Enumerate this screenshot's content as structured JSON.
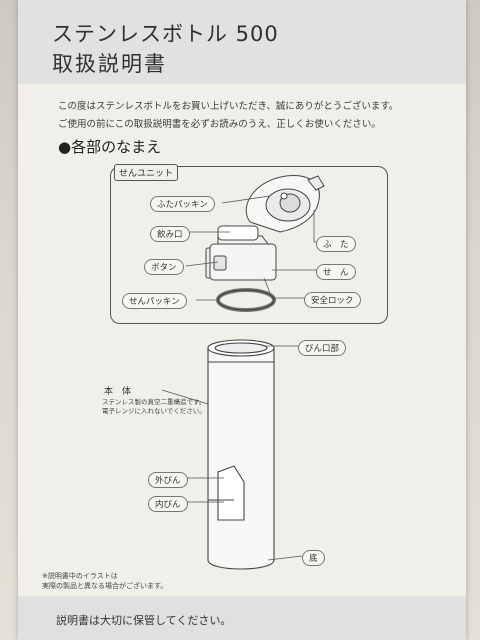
{
  "header": {
    "title": "ステンレスボトル 500",
    "subtitle": "取扱説明書"
  },
  "intro": {
    "line1": "この度はステンレスボトルをお買い上げいただき、誠にありがとうございます。",
    "line2": "ご使用の前にこの取扱説明書を必ずお読みのうえ、正しくお使いください。"
  },
  "section": {
    "heading": "●各部のなまえ"
  },
  "cap_unit": {
    "tag": "せんユニット",
    "labels": {
      "lid_packing": "ふたパッキン",
      "spout": "飲み口",
      "button": "ボタン",
      "stopper_packing": "せんパッキン",
      "lid": "ふ　た",
      "stopper": "せ　ん",
      "safety_lock": "安全ロック"
    }
  },
  "body_parts": {
    "mouth": "びん口部",
    "body_title": "本　体",
    "body_note1": "ステンレス製の真空二重構造です。",
    "body_note2": "電子レンジに入れないでください。",
    "outer": "外びん",
    "inner": "内びん",
    "bottom": "底"
  },
  "illustration_note": {
    "line1": "※説明書中のイラストは",
    "line2": "実際の製品と異なる場合がございます。"
  },
  "footer": {
    "text": "説明書は大切に保管してください。"
  }
}
